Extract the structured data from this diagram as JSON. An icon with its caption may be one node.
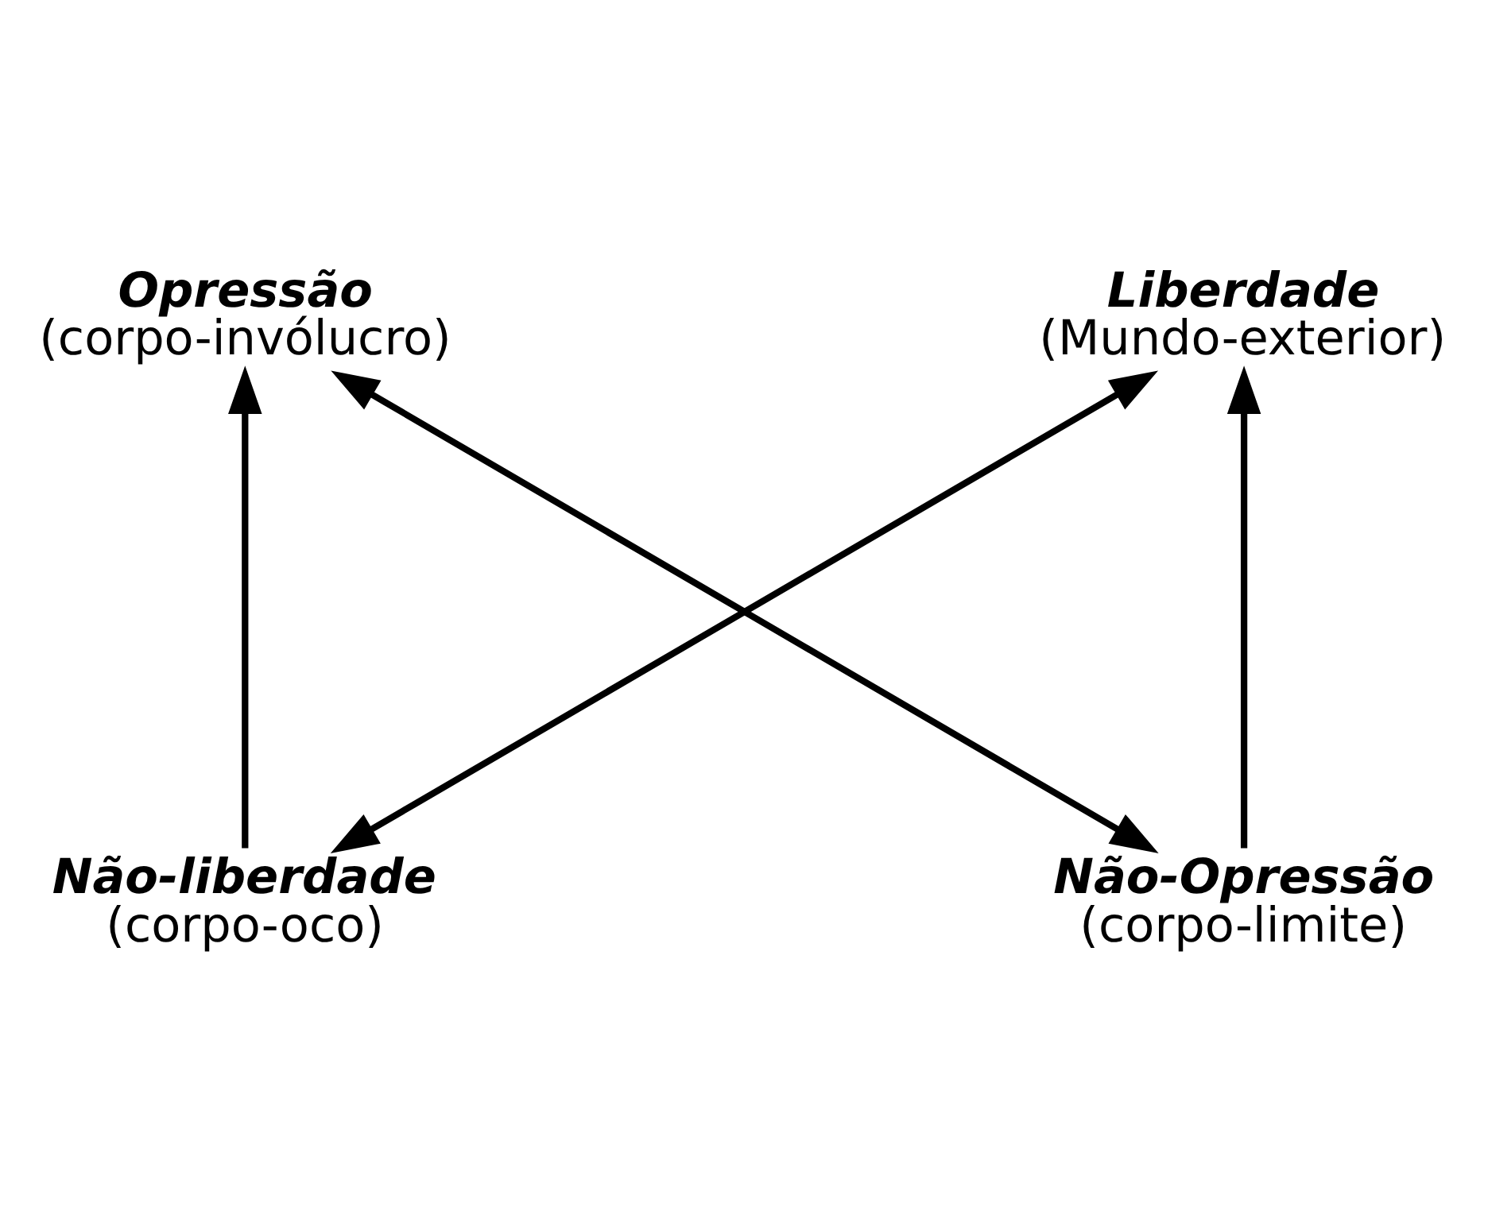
{
  "diagram": {
    "nodes": [
      {
        "text": [
          "Opressão",
          "(corpo-invólucro)"
        ]
      },
      {
        "text": [
          "Liberdade",
          "(Mundo-exterior)"
        ]
      },
      {
        "text": [
          "Não-liberdade",
          "(corpo-oco)"
        ]
      },
      {
        "text": [
          "Não-Opressão",
          "(corpo-limite)"
        ]
      }
    ],
    "edges": [
      {
        "from": 2,
        "to": 0,
        "arrow": "to"
      },
      {
        "from": 0,
        "to": 3,
        "arrow": "both"
      },
      {
        "from": 1,
        "to": 2,
        "arrow": "both"
      },
      {
        "from": 3,
        "to": 1,
        "arrow": "to"
      }
    ]
  }
}
